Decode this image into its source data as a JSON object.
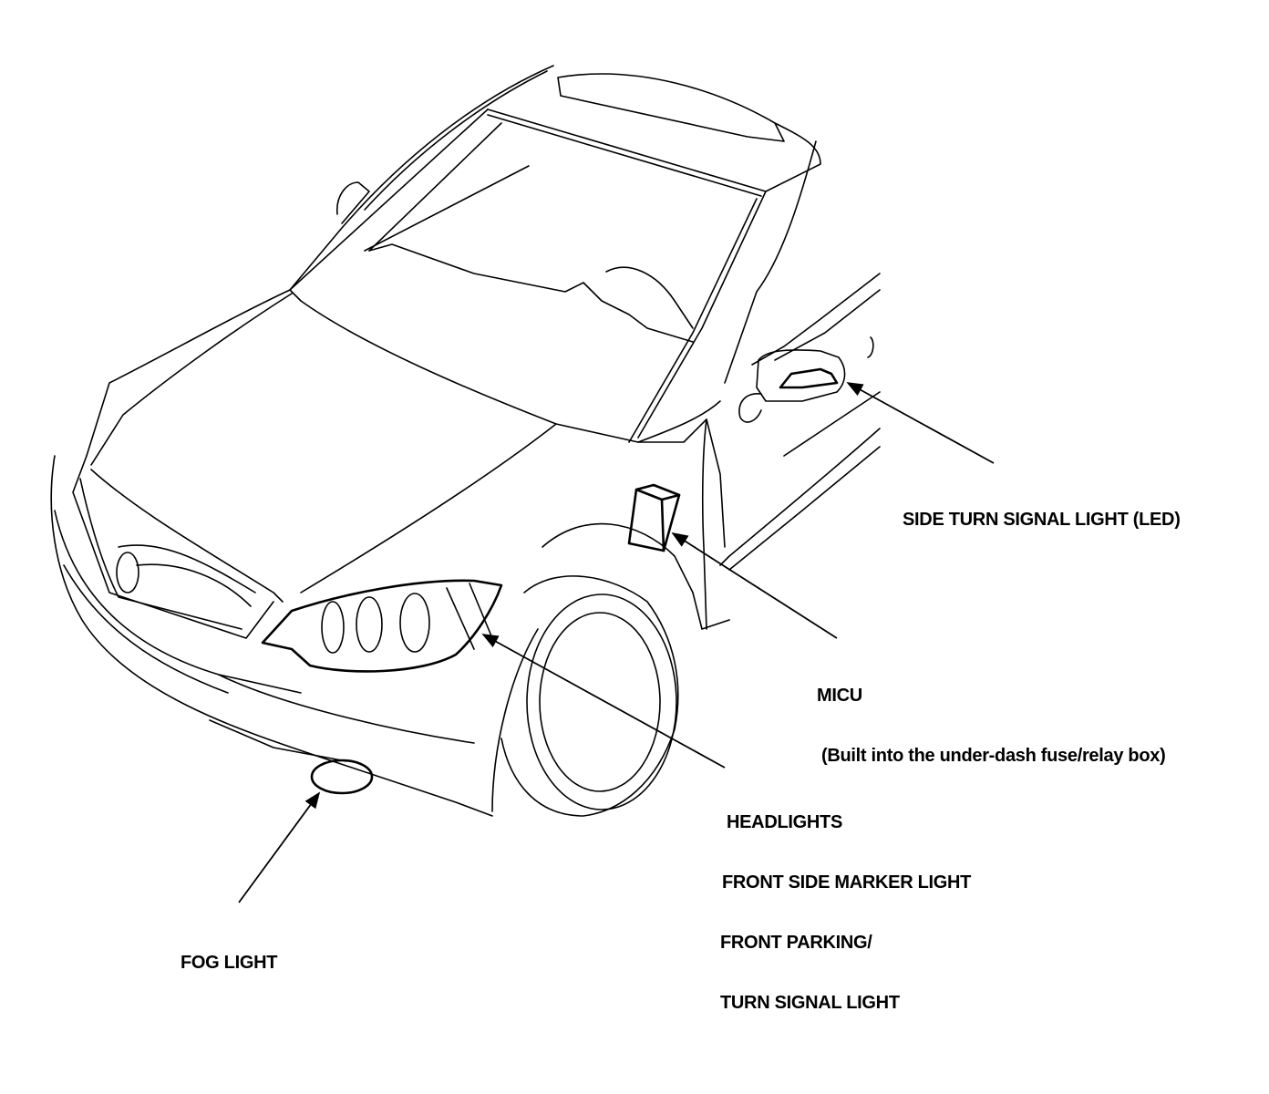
{
  "callouts": {
    "side_turn": "SIDE TURN SIGNAL LIGHT (LED)",
    "micu_title": "MICU",
    "micu_note": "(Built into the under-dash fuse/relay box)",
    "headlights": "HEADLIGHTS",
    "front_side_marker": "FRONT SIDE MARKER LIGHT",
    "front_parking": "FRONT PARKING/",
    "turn_signal": "TURN SIGNAL LIGHT",
    "fog": "FOG LIGHT"
  },
  "colors": {
    "line": "#000000",
    "background": "#ffffff"
  }
}
